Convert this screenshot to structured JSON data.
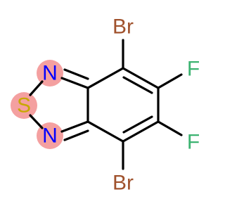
{
  "molecule": {
    "atoms": {
      "br_top": {
        "symbol": "Br",
        "element": "bromine"
      },
      "br_bottom": {
        "symbol": "Br",
        "element": "bromine"
      },
      "f_top": {
        "symbol": "F",
        "element": "fluorine"
      },
      "f_bottom": {
        "symbol": "F",
        "element": "fluorine"
      },
      "n_top": {
        "symbol": "N",
        "element": "nitrogen"
      },
      "n_bottom": {
        "symbol": "N",
        "element": "nitrogen"
      },
      "s": {
        "symbol": "S",
        "element": "sulfur"
      }
    },
    "colors": {
      "bond": "#000000",
      "bromine": "#a0522d",
      "fluorine": "#3cb371",
      "nitrogen": "#0000ff",
      "sulfur": "#c8a800",
      "sulfur_highlight": "#f4a0a0"
    }
  }
}
